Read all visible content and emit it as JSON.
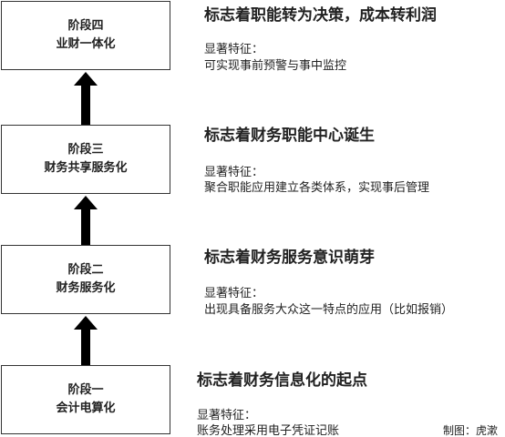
{
  "stages": [
    {
      "box_line1": "阶段四",
      "box_line2": "业财一体化",
      "title": "标志着职能转为决策，成本转利润",
      "feature_label": "显著特征：",
      "feature_text": "可实现事前预警与事中监控"
    },
    {
      "box_line1": "阶段三",
      "box_line2": "财务共享服务化",
      "title": "标志着财务职能中心诞生",
      "feature_label": "显著特征：",
      "feature_text": "聚合职能应用建立各类体系，实现事后管理"
    },
    {
      "box_line1": "阶段二",
      "box_line2": "财务服务化",
      "title": "标志着财务服务意识萌芽",
      "feature_label": "显著特征：",
      "feature_text": "出现具备服务大众这一特点的应用（比如报销）"
    },
    {
      "box_line1": "阶段一",
      "box_line2": "会计电算化",
      "title": "标志着财务信息化的起点",
      "feature_label": "显著特征：",
      "feature_text": "账务处理采用电子凭证记账"
    }
  ],
  "credit": "制图：虎漱",
  "colors": {
    "arrow": "#000000",
    "box_border": "#333333",
    "text": "#222222"
  },
  "icons": [
    "arrow-up-icon"
  ]
}
